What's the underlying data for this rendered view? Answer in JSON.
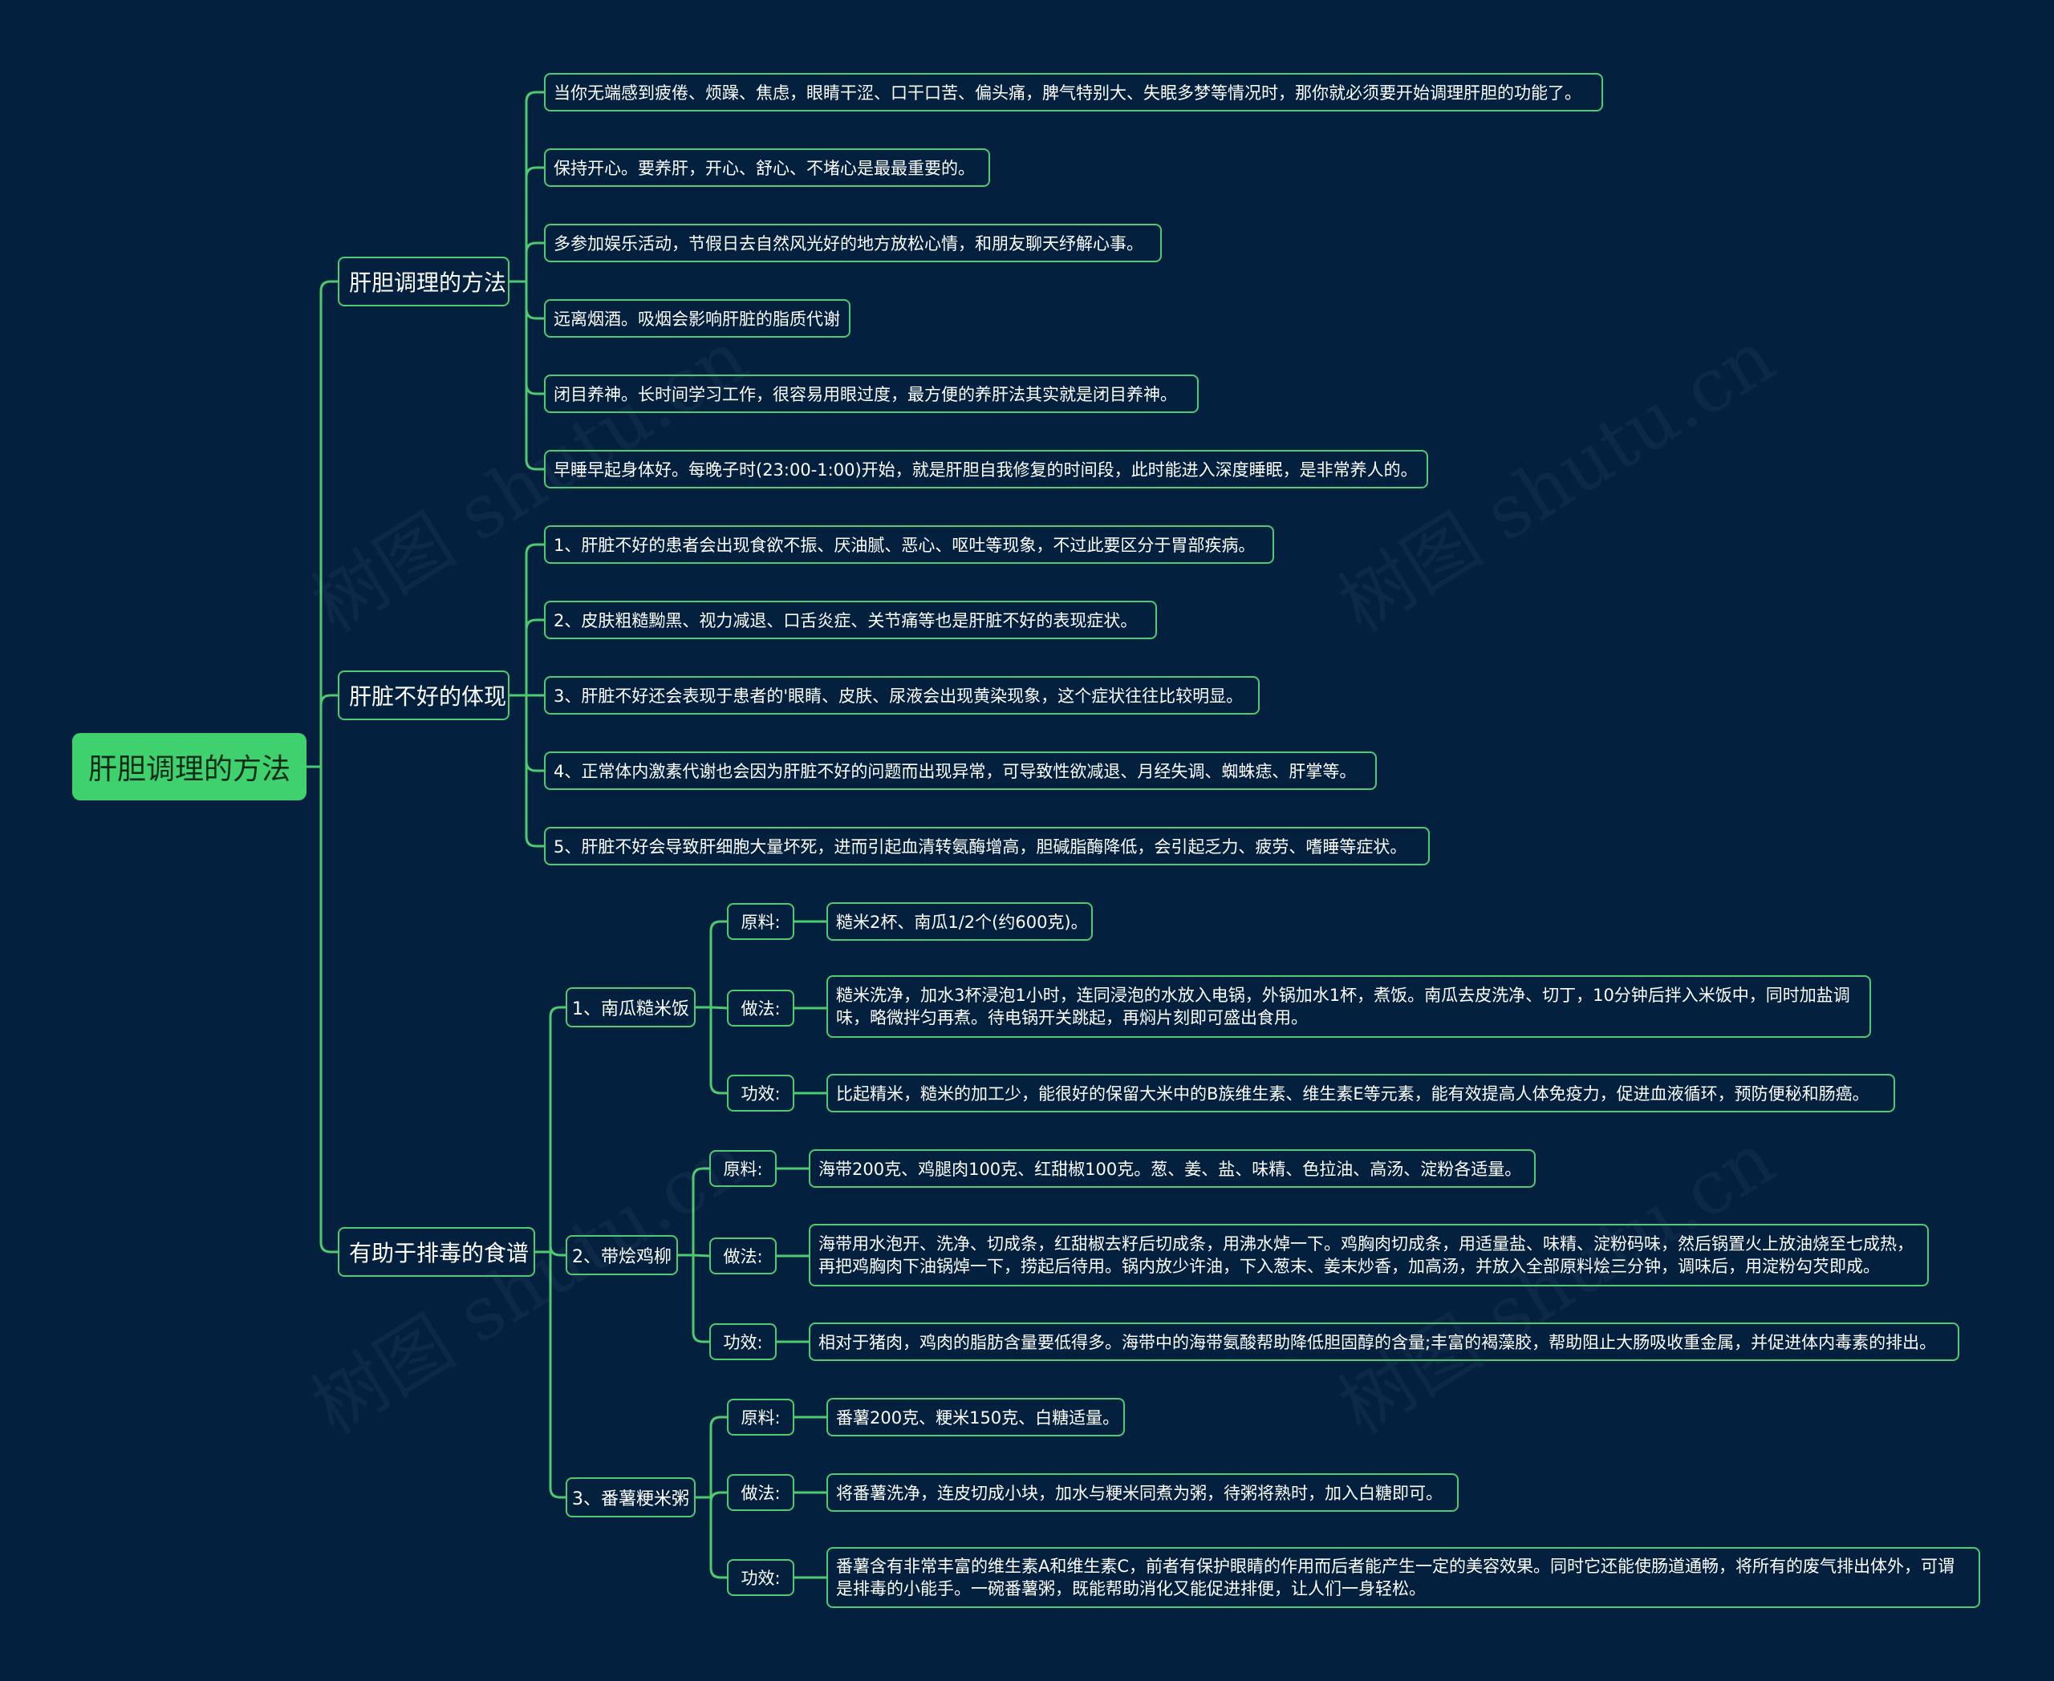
{
  "root": {
    "label": "肝胆调理的方法"
  },
  "branches": [
    {
      "label": "肝胆调理的方法",
      "items": [
        "当你无端感到疲倦、烦躁、焦虑，眼睛干涩、口干口苦、偏头痛，脾气特别大、失眠多梦等情况时，那你就必须要开始调理肝胆的功能了。",
        "保持开心。要养肝，开心、舒心、不堵心是最最重要的。",
        "多参加娱乐活动，节假日去自然风光好的地方放松心情，和朋友聊天纾解心事。",
        "远离烟酒。吸烟会影响肝脏的脂质代谢",
        "闭目养神。长时间学习工作，很容易用眼过度，最方便的养肝法其实就是闭目养神。",
        "早睡早起身体好。每晚子时(23:00-1:00)开始，就是肝胆自我修复的时间段，此时能进入深度睡眠，是非常养人的。"
      ]
    },
    {
      "label": "肝脏不好的体现",
      "items": [
        "1、肝脏不好的患者会出现食欲不振、厌油腻、恶心、呕吐等现象，不过此要区分于胃部疾病。",
        "2、皮肤粗糙黝黑、视力减退、口舌炎症、关节痛等也是肝脏不好的表现症状。",
        "3、肝脏不好还会表现于患者的'眼睛、皮肤、尿液会出现黄染现象，这个症状往往比较明显。",
        "4、正常体内激素代谢也会因为肝脏不好的问题而出现异常，可导致性欲减退、月经失调、蜘蛛痣、肝掌等。",
        "5、肝脏不好会导致肝细胞大量坏死，进而引起血清转氨酶增高，胆碱脂酶降低，会引起乏力、疲劳、嗜睡等症状。"
      ]
    },
    {
      "label": "有助于排毒的食谱",
      "recipes": [
        {
          "label": "1、南瓜糙米饭",
          "parts": [
            {
              "label": "原料:",
              "text": "糙米2杯、南瓜1/2个(约600克)。"
            },
            {
              "label": "做法:",
              "text": "糙米洗净，加水3杯浸泡1小时，连同浸泡的水放入电锅，外锅加水1杯，煮饭。南瓜去皮洗净、切丁，10分钟后拌入米饭中，同时加盐调味，略微拌匀再煮。待电锅开关跳起，再焖片刻即可盛出食用。"
            },
            {
              "label": "功效:",
              "text": "比起精米，糙米的加工少，能很好的保留大米中的B族维生素、维生素E等元素，能有效提高人体免疫力，促进血液循环，预防便秘和肠癌。"
            }
          ]
        },
        {
          "label": "2、带烩鸡柳",
          "parts": [
            {
              "label": "原料:",
              "text": "海带200克、鸡腿肉100克、红甜椒100克。葱、姜、盐、味精、色拉油、高汤、淀粉各适量。"
            },
            {
              "label": "做法:",
              "text": "海带用水泡开、洗净、切成条，红甜椒去籽后切成条，用沸水焯一下。鸡胸肉切成条，用适量盐、味精、淀粉码味，然后锅置火上放油烧至七成热，再把鸡胸肉下油锅焯一下，捞起后待用。锅内放少许油，下入葱末、姜末炒香，加高汤，并放入全部原料烩三分钟，调味后，用淀粉勾芡即成。"
            },
            {
              "label": "功效:",
              "text": "相对于猪肉，鸡肉的脂肪含量要低得多。海带中的海带氨酸帮助降低胆固醇的含量;丰富的褐藻胶，帮助阻止大肠吸收重金属，并促进体内毒素的排出。"
            }
          ]
        },
        {
          "label": "3、番薯粳米粥",
          "parts": [
            {
              "label": "原料:",
              "text": "番薯200克、粳米150克、白糖适量。"
            },
            {
              "label": "做法:",
              "text": "将番薯洗净，连皮切成小块，加水与粳米同煮为粥，待粥将熟时，加入白糖即可。"
            },
            {
              "label": "功效:",
              "text": "番薯含有非常丰富的维生素A和维生素C，前者有保护眼睛的作用而后者能产生一定的美容效果。同时它还能使肠道通畅，将所有的废气排出体外，可谓是排毒的小能手。一碗番薯粥，既能帮助消化又能促进排便，让人们一身轻松。"
            }
          ]
        }
      ]
    }
  ],
  "watermark": "树图 shutu.cn",
  "colors": {
    "background": "#03203f",
    "line": "#4ecb71",
    "root_fill": "#3ed16e"
  }
}
